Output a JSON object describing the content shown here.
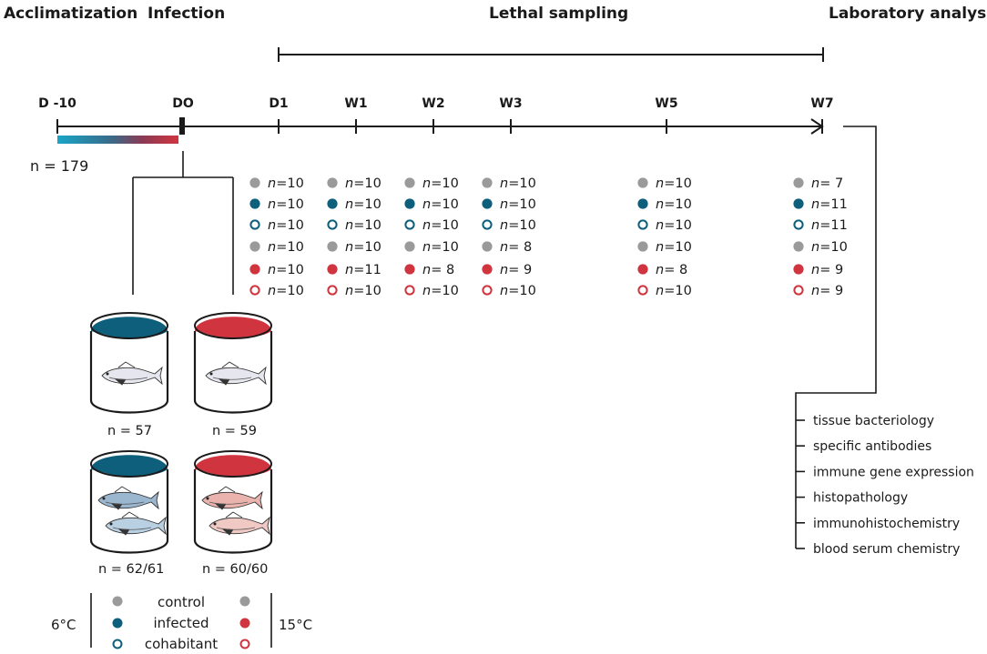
{
  "headers": {
    "acclimatization": "Acclimatization",
    "infection": "Infection",
    "lethal_sampling": "Lethal sampling",
    "lab_analysis": "Laboratory analysis"
  },
  "timeline": [
    "D -10",
    "DO",
    "D1",
    "W1",
    "W2",
    "W3",
    "W5",
    "W7"
  ],
  "n_start": "n = 179",
  "colors": {
    "gray": "#9a9a9a",
    "blue": "#0d5f7c",
    "red": "#d0353f",
    "teal": "#1aa5c6"
  },
  "sampling": {
    "rows": [
      "control",
      "infected",
      "cohabitant",
      "control",
      "infected",
      "cohabitant"
    ],
    "row_styles": [
      "gray-fill",
      "blue-fill",
      "blue-ring",
      "gray-fill",
      "red-fill",
      "red-ring"
    ],
    "columns": [
      {
        "label": "D1",
        "counts": [
          "n=10",
          "n=10",
          "n=10",
          "n=10",
          "n=10",
          "n=10"
        ]
      },
      {
        "label": "W1",
        "counts": [
          "n=10",
          "n=10",
          "n=10",
          "n=10",
          "n=11",
          "n=10"
        ]
      },
      {
        "label": "W2",
        "counts": [
          "n=10",
          "n=10",
          "n=10",
          "n=10",
          "n=  8",
          "n=10"
        ]
      },
      {
        "label": "W3",
        "counts": [
          "n=10",
          "n=10",
          "n=10",
          "n=  8",
          "n=  9",
          "n=10"
        ]
      },
      {
        "label": "W5",
        "counts": [
          "n=10",
          "n=10",
          "n=10",
          "n=10",
          "n=  8",
          "n=10"
        ]
      },
      {
        "label": "W7",
        "counts": [
          "n=  7",
          "n=11",
          "n=11",
          "n=10",
          "n=  9",
          "n=  9"
        ]
      }
    ]
  },
  "tanks": {
    "control_6": "n = 57",
    "control_15": "n = 59",
    "infected_6": "n = 62/61",
    "infected_15": "n = 60/60"
  },
  "analysis": [
    "tissue bacteriology",
    "specific antibodies",
    "immune gene expression",
    "histopathology",
    "immunohistochemistry",
    "blood serum chemistry"
  ],
  "legend": {
    "temp_low": "6°C",
    "temp_high": "15°C",
    "control": "control",
    "infected": "infected",
    "cohabitant": "cohabitant"
  }
}
